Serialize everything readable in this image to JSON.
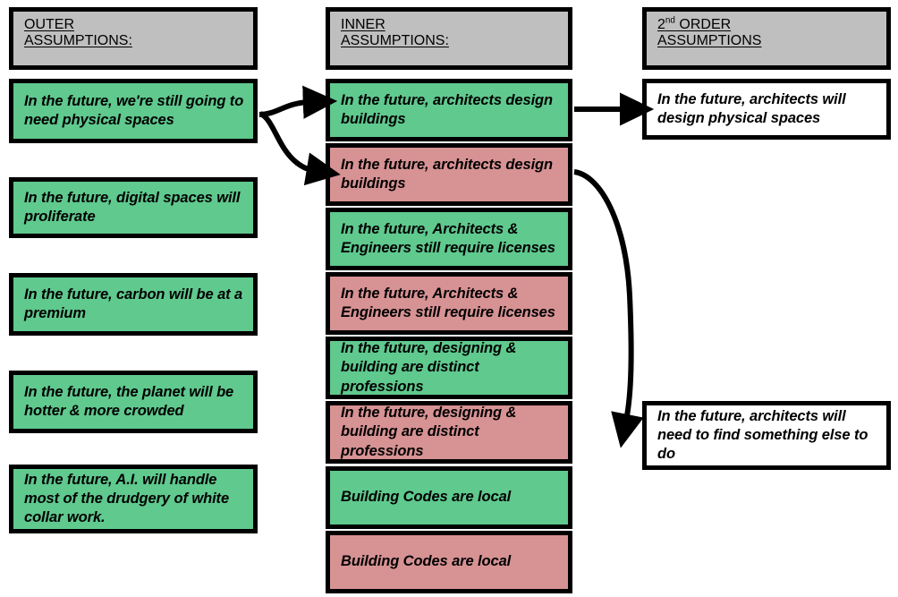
{
  "diagram": {
    "title_columns": [
      {
        "id": "outer",
        "line1": "OUTER",
        "line2": "ASSUMPTIONS:"
      },
      {
        "id": "inner",
        "line1": "INNER",
        "line2": "ASSUMPTIONS:"
      },
      {
        "id": "second_order",
        "line1_main": "2",
        "line1_sup": "nd",
        "line1_rest": " ORDER",
        "line2": "ASSUMPTIONS"
      }
    ],
    "colors": {
      "green": "#5FC98E",
      "salmon": "#D79294",
      "header_gray": "#BFBFBF",
      "white": "#FFFFFF",
      "border": "#000000"
    },
    "outer_column": {
      "header": "OUTER ASSUMPTIONS:",
      "items": [
        {
          "text": "In the future, we're still going to need physical spaces",
          "color": "green"
        },
        {
          "text": "In the future, digital spaces will proliferate",
          "color": "green"
        },
        {
          "text": "In the future, carbon will be at a premium",
          "color": "green"
        },
        {
          "text": "In the future, the planet will be hotter & more crowded",
          "color": "green"
        },
        {
          "text": "In the future, A.I. will handle most of the drudgery of white collar work.",
          "color": "green"
        }
      ]
    },
    "inner_column": {
      "header": "INNER ASSUMPTIONS:",
      "items": [
        {
          "text": "In the future, architects design buildings",
          "color": "green"
        },
        {
          "text": "In the future, architects design buildings",
          "color": "salmon"
        },
        {
          "text": "In the future, Architects & Engineers still require licenses",
          "color": "green"
        },
        {
          "text": "In the future, Architects & Engineers still require licenses",
          "color": "salmon"
        },
        {
          "text": "In the future, designing & building are distinct professions",
          "color": "green"
        },
        {
          "text": "In the future, designing & building are distinct professions",
          "color": "salmon"
        },
        {
          "text": "Building Codes are local",
          "color": "green"
        },
        {
          "text": "Building Codes are local",
          "color": "salmon"
        }
      ]
    },
    "second_order_column": {
      "header": "2nd ORDER ASSUMPTIONS",
      "items": [
        {
          "text": "In the future, architects will design physical spaces",
          "color": "white"
        },
        {
          "text": "In the future, architects will need to find something else to do",
          "color": "white"
        }
      ]
    },
    "connectors": [
      {
        "from": "outer-item-0",
        "to": "inner-item-0",
        "style": "straight-arrow"
      },
      {
        "from": "outer-item-0",
        "to": "inner-item-1",
        "style": "curved-arrow"
      },
      {
        "from": "inner-item-0",
        "to": "second-order-item-0",
        "style": "straight-arrow"
      },
      {
        "from": "inner-item-1",
        "to": "second-order-item-1",
        "style": "curved-arrow"
      }
    ]
  }
}
